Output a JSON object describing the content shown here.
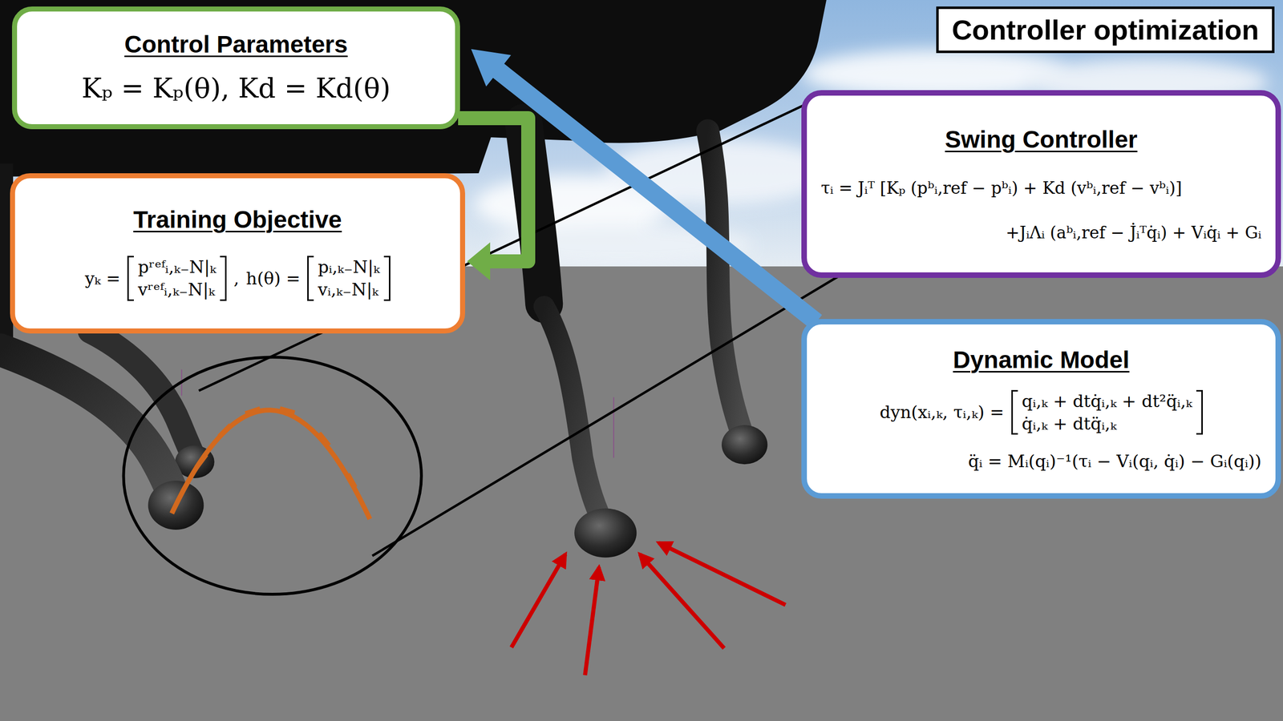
{
  "diagram": {
    "title": "Controller optimization",
    "nodes": [
      {
        "text": [
          "Control Parameters",
          "Kₚ = Kₚ(θ), Kd = Kd(θ)"
        ]
      },
      {
        "text": [
          "Training Objective",
          "yₖ =",
          "pʳᵉᶠᵢ,ₖ₋N|ₖ",
          "vʳᵉᶠᵢ,ₖ₋N|ₖ",
          ",",
          "h(θ) =",
          "pᵢ,ₖ₋N|ₖ",
          "vᵢ,ₖ₋N|ₖ"
        ]
      },
      {
        "text": [
          "Swing Controller",
          "τᵢ = Jᵢᵀ [Kₚ (pᵇᵢ,ref − pᵇᵢ) + Kd (vᵇᵢ,ref − vᵇᵢ)]",
          "+JᵢΛᵢ (aᵇᵢ,ref − J̇ᵢᵀq̇ᵢ) + Vᵢq̇ᵢ + Gᵢ"
        ]
      },
      {
        "text": [
          "Dynamic Model",
          "dyn(xᵢ,ₖ, τᵢ,ₖ) =",
          "qᵢ,ₖ + dtq̇ᵢ,ₖ + dt²q̈ᵢ,ₖ",
          "q̇ᵢ,ₖ + dtq̈ᵢ,ₖ",
          "q̈ᵢ = Mᵢ(qᵢ)⁻¹(τᵢ − Vᵢ(qᵢ, q̇ᵢ) − Gᵢ(qᵢ))"
        ]
      }
    ],
    "edges": [
      {
        "from": 0,
        "to": 1,
        "arrow": "to"
      },
      {
        "from": 3,
        "to": 0,
        "arrow": "to"
      }
    ]
  }
}
